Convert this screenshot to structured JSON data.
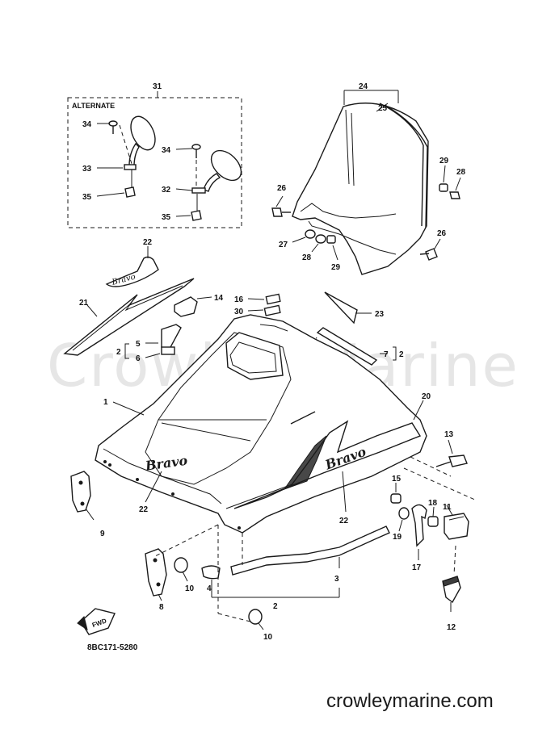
{
  "watermark": "Crowley Marine",
  "footer_site": "crowleymarine.com",
  "drawing_number": "8BC171-5280",
  "alternate_label": "ALTERNATE",
  "fwd_label": "FWD",
  "decal_text": "Bravo",
  "callouts": {
    "c31": "31",
    "c34a": "34",
    "c33": "33",
    "c35a": "35",
    "c34b": "34",
    "c32": "32",
    "c35b": "35",
    "c24": "24",
    "c25": "25",
    "c26a": "26",
    "c29": "29",
    "c28a": "28",
    "c27": "27",
    "c28b": "28",
    "c29b": "29",
    "c26b": "26",
    "c22a": "22",
    "c21": "21",
    "c14": "14",
    "c16": "16",
    "c30": "30",
    "c23": "23",
    "c2a": "2",
    "c5": "5",
    "c6": "6",
    "c7": "7",
    "c2b": "2",
    "c1": "1",
    "c20": "20",
    "c13": "13",
    "c9": "9",
    "c22b": "22",
    "c22c": "22",
    "c15": "15",
    "c18": "18",
    "c11": "11",
    "c19": "19",
    "c17": "17",
    "c8": "8",
    "c10a": "10",
    "c4": "4",
    "c3": "3",
    "c2c": "2",
    "c10b": "10",
    "c12": "12"
  }
}
